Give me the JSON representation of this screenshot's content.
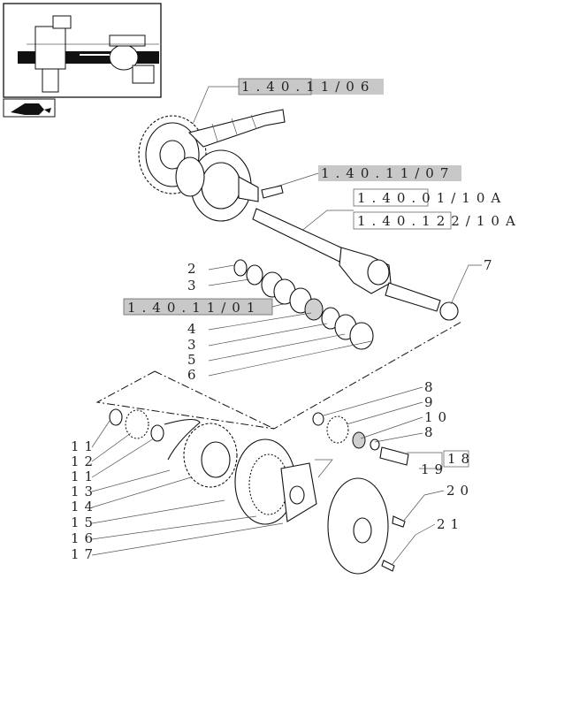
{
  "references": {
    "ref_top": "1.40.11/06",
    "ref_mid": "1.40.11/07",
    "ref_a": "1.40.01/10A",
    "ref_b": "1.40.122/10A",
    "ref_left": "1.40.11/01"
  },
  "callouts": {
    "c2": "2",
    "c3a": "3",
    "c4": "4",
    "c3b": "3",
    "c5": "5",
    "c6": "6",
    "c7": "7",
    "c8a": "8",
    "c9": "9",
    "c10": "10",
    "c8b": "8",
    "c18": "18",
    "c19": "19",
    "c20": "20",
    "c21": "21",
    "c11a": "11",
    "c12": "12",
    "c11b": "11",
    "c13": "13",
    "c14": "14",
    "c15": "15",
    "c16": "16",
    "c17": "17"
  },
  "icons": {
    "thumbnail": "axle-assembly-thumbnail-icon",
    "nav": "book-arrow-icon"
  }
}
